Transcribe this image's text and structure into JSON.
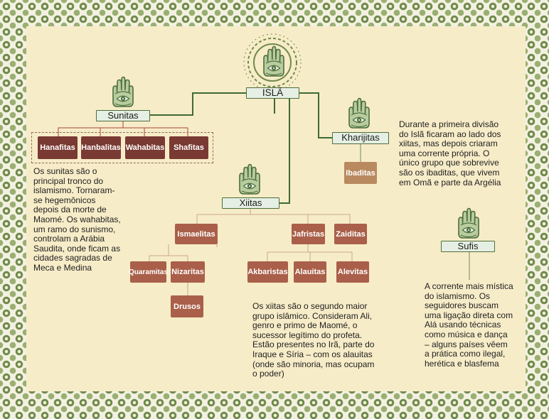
{
  "colors": {
    "accent": "#4d6e3a",
    "label_fill": "#e5efe3",
    "box_dark": "#7a3a34",
    "box_mid": "#a95f49",
    "box_light": "#b98a5f",
    "line": "#3f6a34",
    "connector_red": "#a8453a",
    "connector_tan": "#caa98a"
  },
  "icons": [
    "hamsa-hand-icon",
    "arabesque-medallion-icon",
    "arabesque-border-pattern"
  ],
  "root": {
    "label": "ISLÃ"
  },
  "sunitas": {
    "label": "Sunitas",
    "schools": [
      "Hanafitas",
      "Hanbalitas",
      "Wahabitas",
      "Shafitas"
    ],
    "description": "Os sunitas são o principal tronco do islamismo. Tornaram-se hegemônicos depois da morte de Maomé. Os wahabitas, um ramo do sunismo, controlam a Arábia Saudita, onde ficam as cidades sagradas de Meca e Medina"
  },
  "kharijitas": {
    "label": "Kharijitas",
    "branch": "Ibaditas",
    "description": "Durante a primeira divisão do Islã ficaram ao lado dos xiitas, mas depois criaram uma corrente própria. O único grupo que sobrevive são os ibaditas, que vivem em Omã e parte da Argélia"
  },
  "xiitas": {
    "label": "Xiitas",
    "branches": [
      "Ismaelitas",
      "Jafristas",
      "Zaiditas"
    ],
    "ismaelitas_children": [
      "Quaramitas",
      "Nizaritas"
    ],
    "nizaritas_child": "Drusos",
    "jafristas_children": [
      "Akbaristas",
      "Alauitas",
      "Alevitas"
    ],
    "description": "Os xiitas são o segundo maior grupo islâmico. Consideram Ali, genro e primo de Maomé, o sucessor legítimo do profeta. Estão presentes no Irã, parte do Iraque e Síria – com os alauitas (onde são minoria, mas ocupam o poder)"
  },
  "sufis": {
    "label": "Sufis",
    "description": "A corrente mais mística do islamismo. Os seguidores buscam uma ligação direta com Alá usando técnicas como música e dança – alguns países vêem a prática como ilegal, herética e blasfema"
  }
}
